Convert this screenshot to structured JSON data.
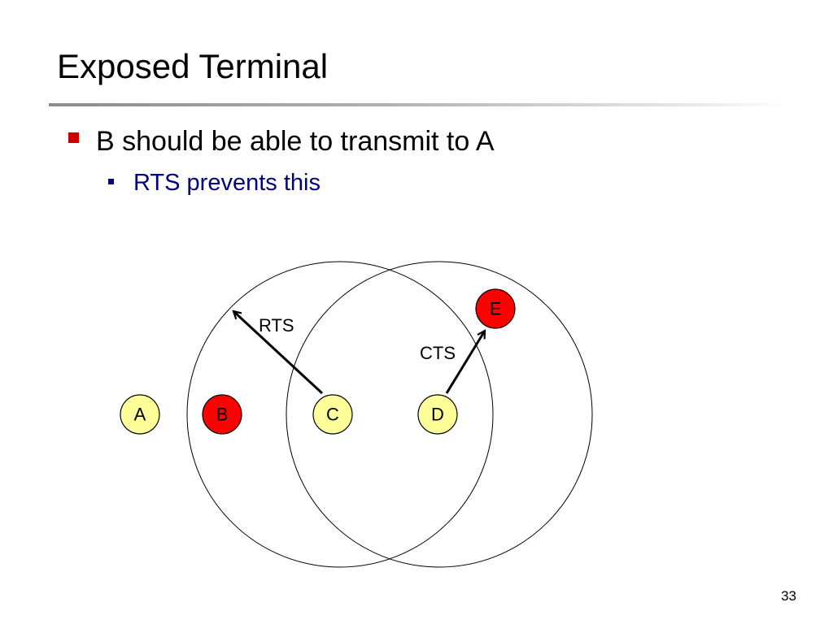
{
  "slide": {
    "title": "Exposed Terminal",
    "page_number": "33"
  },
  "bullets": [
    {
      "level": 1,
      "text": "B should be able to transmit to A",
      "color": "#000000",
      "marker_color": "#cc0000"
    },
    {
      "level": 2,
      "text": "RTS prevents this",
      "color": "#000080",
      "marker_color": "#000080"
    }
  ],
  "diagram": {
    "nodes": [
      {
        "id": "A",
        "label": "A",
        "fill": "#ffff99"
      },
      {
        "id": "B",
        "label": "B",
        "fill": "#ff0000"
      },
      {
        "id": "C",
        "label": "C",
        "fill": "#ffff99"
      },
      {
        "id": "D",
        "label": "D",
        "fill": "#ffff99"
      },
      {
        "id": "E",
        "label": "E",
        "fill": "#ff0000"
      }
    ],
    "ranges": [
      {
        "center": "C",
        "label": ""
      },
      {
        "center": "D",
        "label": ""
      }
    ],
    "edges": [
      {
        "from": "C",
        "label": "RTS"
      },
      {
        "from": "D",
        "to": "E",
        "label": "CTS"
      }
    ]
  }
}
